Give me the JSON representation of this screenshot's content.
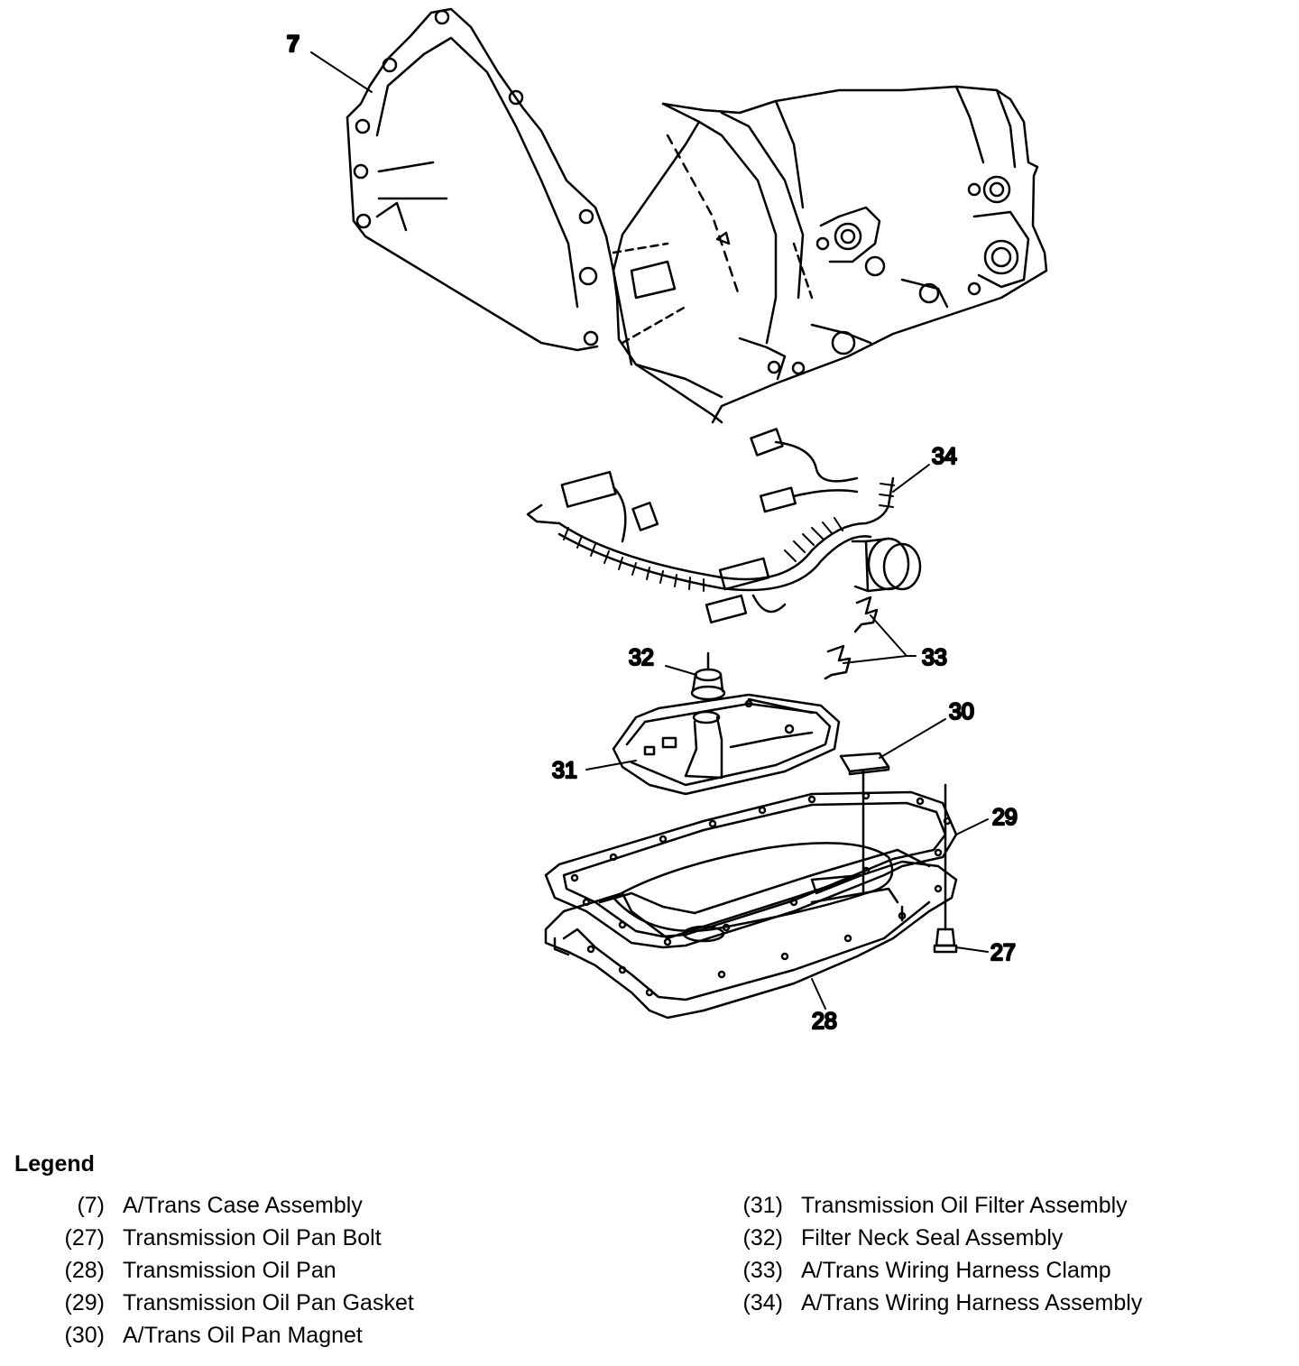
{
  "callouts": {
    "c7": "7",
    "c34": "34",
    "c32": "32",
    "c33": "33",
    "c30": "30",
    "c31": "31",
    "c29": "29",
    "c27": "27",
    "c28": "28"
  },
  "legend": {
    "title": "Legend",
    "left": [
      {
        "num": "(7)",
        "label": "A/Trans Case Assembly"
      },
      {
        "num": "(27)",
        "label": "Transmission Oil Pan Bolt"
      },
      {
        "num": "(28)",
        "label": "Transmission Oil Pan"
      },
      {
        "num": "(29)",
        "label": "Transmission Oil Pan Gasket"
      },
      {
        "num": "(30)",
        "label": "A/Trans Oil Pan Magnet"
      }
    ],
    "right": [
      {
        "num": "(31)",
        "label": "Transmission Oil Filter Assembly"
      },
      {
        "num": "(32)",
        "label": "Filter Neck Seal Assembly"
      },
      {
        "num": "(33)",
        "label": "A/Trans Wiring Harness Clamp"
      },
      {
        "num": "(34)",
        "label": "A/Trans Wiring Harness Assembly"
      }
    ]
  },
  "colors": {
    "line": "#000000",
    "background": "#ffffff"
  }
}
